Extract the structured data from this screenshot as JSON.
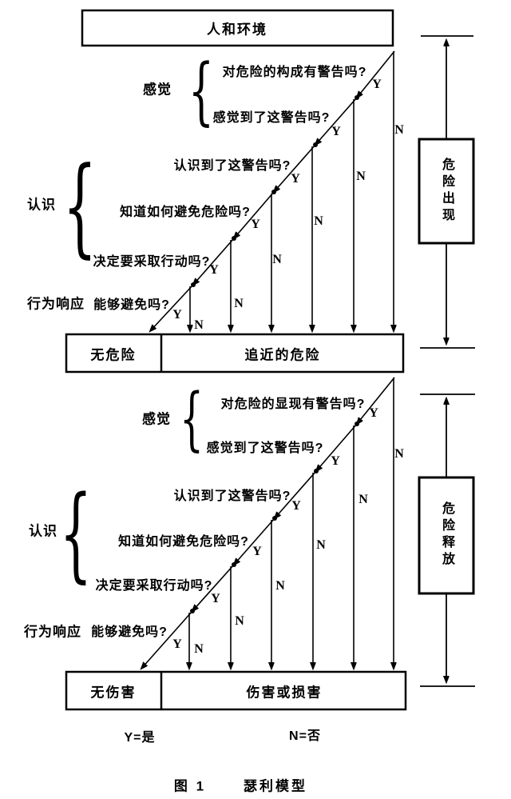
{
  "top_box": {
    "label": "人和环境"
  },
  "branch": {
    "yes": "Y",
    "no": "N"
  },
  "brace_glyph": "{",
  "phase1": {
    "stages": {
      "perception": "感觉",
      "cognition": "认识",
      "response": "行为响应"
    },
    "questions": [
      "对危险的构成有警告吗?",
      "感觉到了这警告吗?",
      "认识到了这警告吗?",
      "知道如何避免危险吗?",
      "决定要采取行动吗?",
      "能够避免吗?"
    ],
    "outcomes": {
      "safe": "无危险",
      "danger": "追近的危险"
    },
    "side_box": "危险出现"
  },
  "phase2": {
    "stages": {
      "perception": "感觉",
      "cognition": "认识",
      "response": "行为响应"
    },
    "questions": [
      "对危险的显现有警告吗?",
      "感觉到了这警告吗?",
      "认识到了这警告吗?",
      "知道如何避免危险吗?",
      "决定要采取行动吗?",
      "能够避免吗?"
    ],
    "outcomes": {
      "safe": "无伤害",
      "harm": "伤害或损害"
    },
    "side_box": "危险释放"
  },
  "legend": {
    "yes": "Y=是",
    "no": "N=否"
  },
  "caption": {
    "fig": "图 1",
    "title": "瑟利模型"
  },
  "colors": {
    "ink": "#000000",
    "paper": "#ffffff"
  }
}
